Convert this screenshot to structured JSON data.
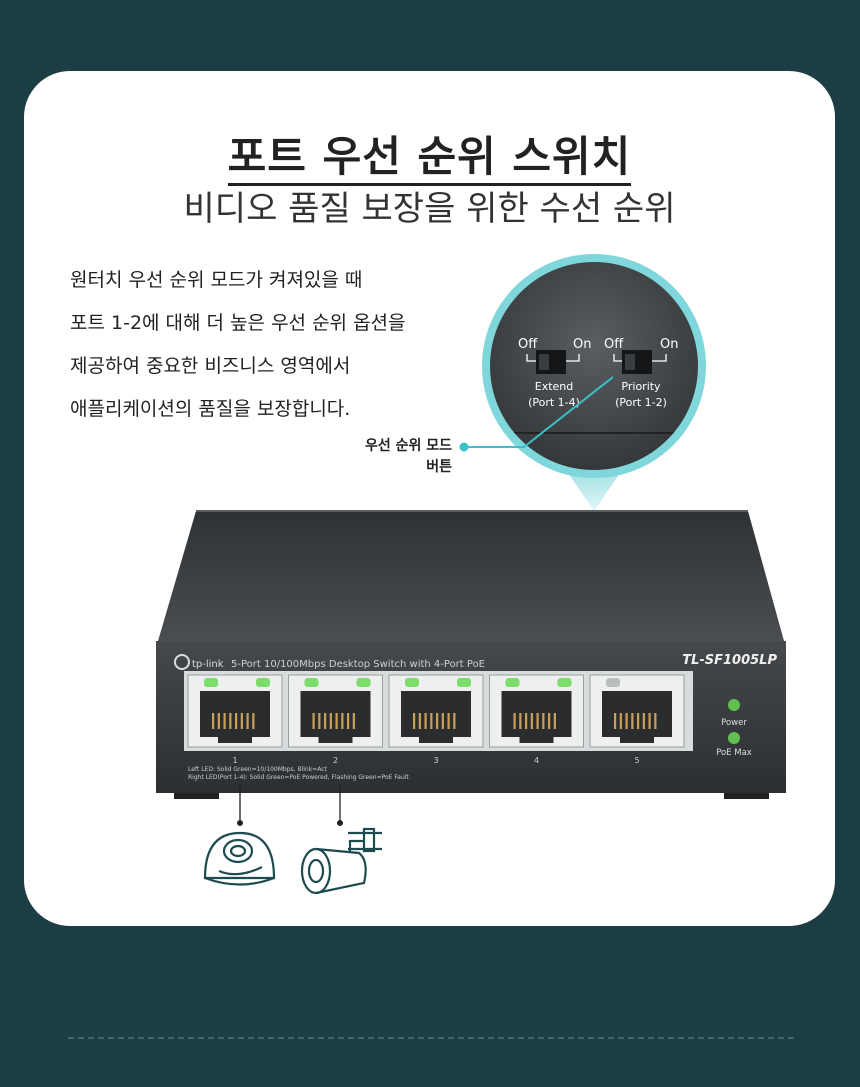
{
  "header": {
    "title": "포트 우선 순위 스위치",
    "subtitle": "비디오 품질 보장을 위한 수선 순위"
  },
  "description": [
    "원터치 우선 순위 모드가 켜져있을 때",
    "포트 1-2에 대해 더 높은 우선 순위 옵션을",
    "제공하여 중요한 비즈니스 영역에서",
    "애플리케이션의 품질을 보장합니다."
  ],
  "callout": {
    "line1": "우선 순위 모드",
    "line2": "버튼"
  },
  "switch_panel": {
    "off_left": "Off",
    "on_left": "On",
    "off_right": "Off",
    "on_right": "On",
    "extend_label": "Extend",
    "extend_ports": "(Port 1-4)",
    "priority_label": "Priority",
    "priority_ports": "(Port 1-2)"
  },
  "device": {
    "brand": "tp-link",
    "description": "5-Port 10/100Mbps Desktop Switch with 4-Port PoE",
    "model": "TL-SF1005LP",
    "ports": [
      "1",
      "2",
      "3",
      "4",
      "5"
    ],
    "power_label": "Power",
    "poe_max_label": "PoE Max",
    "left_led_note": "Left LED:  Solid Green=10/100Mbps, Blink=Act",
    "right_led_note": "Right LED(Port 1-4):  Solid Green=PoE Powered, Flashing Green=PoE Fault"
  },
  "colors": {
    "background": "#1d3d45",
    "accent": "#3cc0c7",
    "icon_stroke": "#1e4b52",
    "led_green": "#7ddc6a"
  },
  "icons": [
    "dome-camera-icon",
    "bullet-camera-icon"
  ]
}
